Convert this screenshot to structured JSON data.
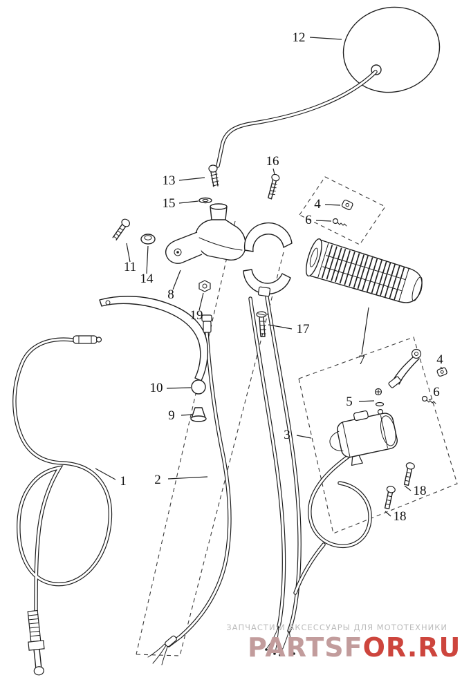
{
  "diagram": {
    "callouts": {
      "mirror": "12",
      "mirror_bolt": "13",
      "mirror_washer": "15",
      "screw_16": "16",
      "clip_4_top": "4",
      "screw_6_top": "6",
      "bolt_11": "11",
      "washer_14": "14",
      "lever_bracket": "8",
      "nut_19": "19",
      "screw_17": "17",
      "throttle_grip": "7",
      "lever_ball": "10",
      "cone_9": "9",
      "cable_1": "1",
      "cable_2": "2",
      "switch_assembly": "3",
      "screws_5": "5",
      "clip_4_right": "4",
      "screw_6_right": "6",
      "screw_18_upper": "18",
      "screw_18_lower": "18"
    }
  },
  "watermark": {
    "tagline": "ЗАПЧАСТИ И АКСЕССУАРЫ ДЛЯ МОТОТЕХНИКИ",
    "logo_left": "PARTSF",
    "logo_right": "OR.RU",
    "tagline_color": "#bcbcbc",
    "logo_left_color": "#c29c9c",
    "logo_right_color": "#cd453d"
  }
}
